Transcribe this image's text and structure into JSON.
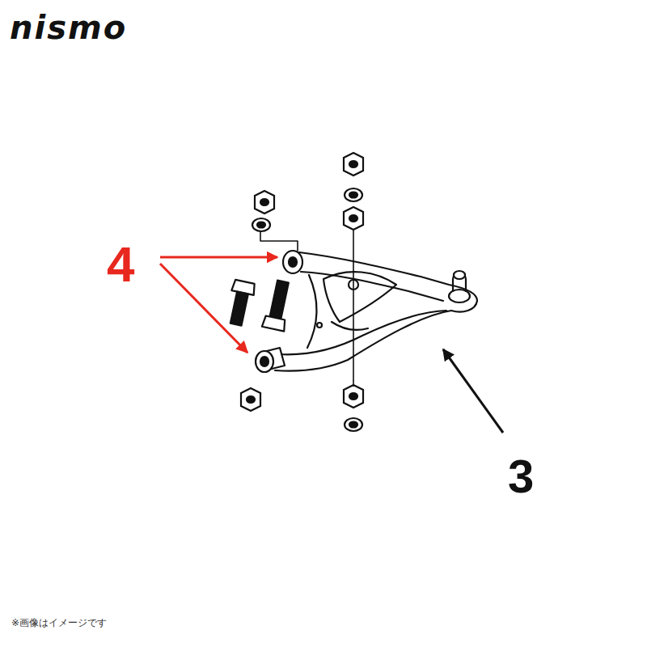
{
  "diagram": {
    "labels": [
      "nismo",
      "4",
      "3",
      "※画像はイメージです"
    ]
  }
}
